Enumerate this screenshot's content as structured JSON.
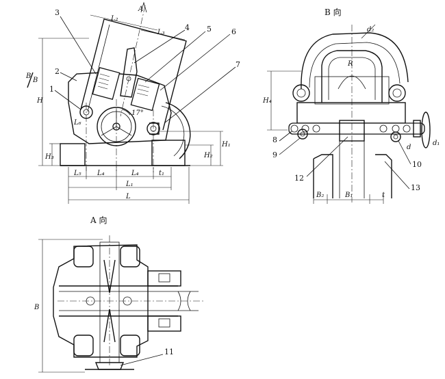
{
  "views": {
    "b_view_title": "B 向",
    "a_view_title": "A 向",
    "section_arrow_a": "A",
    "section_arrow_b": "B"
  },
  "part_numbers": {
    "p1": "1",
    "p2": "2",
    "p3": "3",
    "p4": "4",
    "p5": "5",
    "p6": "6",
    "p7": "7",
    "p8": "8",
    "p9": "9",
    "p10": "10",
    "p11": "11",
    "p12": "12",
    "p13": "13"
  },
  "dimensions": {
    "H": "H",
    "H1": "H₁",
    "H2": "H₂",
    "H3": "H₃",
    "H4": "H₄",
    "L": "L",
    "L1": "L₁",
    "L2": "L₂",
    "L3": "L₃",
    "L4a": "L₄",
    "L4b": "L₄",
    "L5": "L₅",
    "L6": "L₆",
    "t1": "t₁",
    "t": "t",
    "B": "B",
    "B_a": "B",
    "B1": "B₁",
    "B2": "B₂",
    "d": "d",
    "d1": "d₁",
    "d2": "d₂",
    "R": "R",
    "angle": "17°"
  }
}
